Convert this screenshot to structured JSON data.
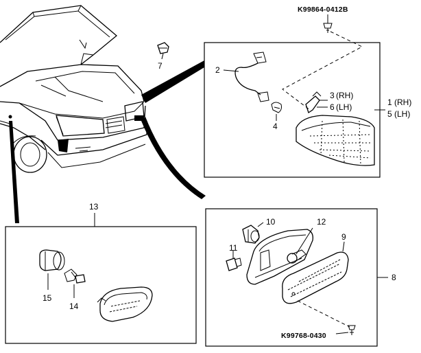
{
  "diagram": {
    "part_codes": {
      "top_screw": "K99864-0412B",
      "bottom_screw": "K99768-0430"
    },
    "callouts": {
      "c1": "1",
      "c1_side": "(RH)",
      "c2": "2",
      "c3": "3",
      "c3_side": "(RH)",
      "c4": "4",
      "c5": "5",
      "c5_side": "(LH)",
      "c6": "6",
      "c6_side": "(LH)",
      "c7": "7",
      "c8": "8",
      "c9": "9",
      "c10": "10",
      "c11": "11",
      "c12": "12",
      "c13": "13",
      "c14": "14",
      "c15": "15"
    }
  }
}
